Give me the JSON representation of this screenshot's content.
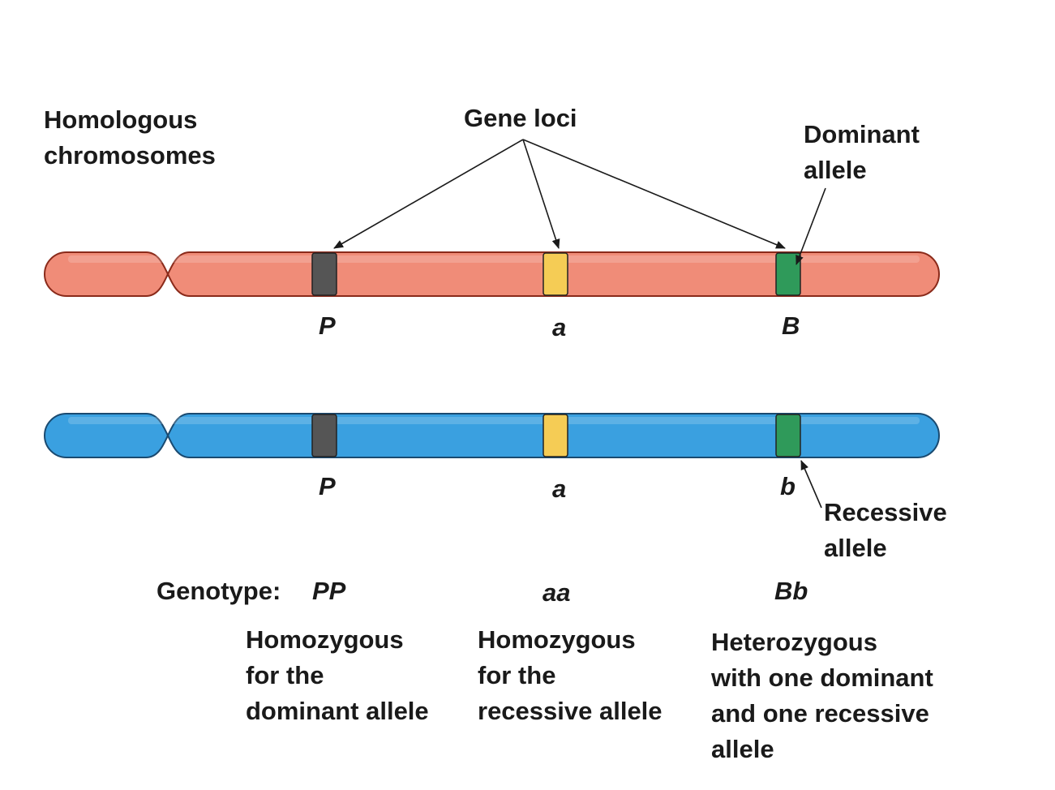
{
  "labels": {
    "homologous": [
      "Homologous",
      "chromosomes"
    ],
    "gene_loci": "Gene loci",
    "dominant": [
      "Dominant",
      "allele"
    ],
    "recessive": [
      "Recessive",
      "allele"
    ],
    "genotype_label": "Genotype:"
  },
  "chromosomes": [
    {
      "name": "top",
      "fill": "#f08c78",
      "edge": "#8a2a1a",
      "loci": [
        {
          "allele": "P",
          "color": "#555555"
        },
        {
          "allele": "a",
          "color": "#f5cc55"
        },
        {
          "allele": "B",
          "color": "#2f9a5a"
        }
      ]
    },
    {
      "name": "bottom",
      "fill": "#3aa0e0",
      "edge": "#1a4a70",
      "loci": [
        {
          "allele": "P",
          "color": "#555555"
        },
        {
          "allele": "a",
          "color": "#f5cc55"
        },
        {
          "allele": "b",
          "color": "#2f9a5a"
        }
      ]
    }
  ],
  "genotypes": [
    {
      "code": "PP",
      "desc": [
        "Homozygous",
        "for the",
        "dominant allele"
      ]
    },
    {
      "code": "aa",
      "desc": [
        "Homozygous",
        "for the",
        "recessive allele"
      ]
    },
    {
      "code": "Bb",
      "desc": [
        "Heterozygous",
        "with one dominant",
        "and one recessive",
        "allele"
      ]
    }
  ]
}
